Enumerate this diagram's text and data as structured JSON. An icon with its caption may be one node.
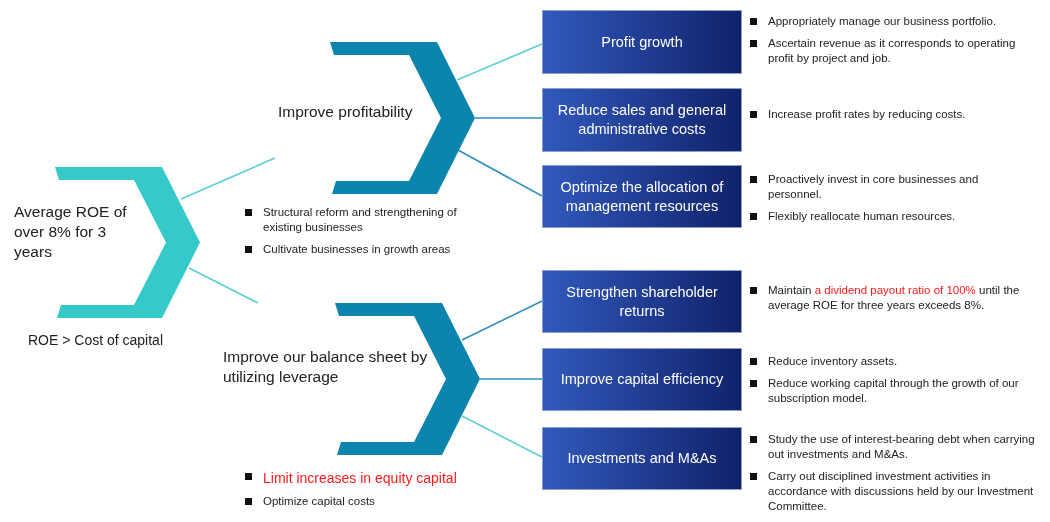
{
  "diagram": {
    "nodes": [
      {
        "text": [
          "Average ROE of over 8% for 3 years"
        ],
        "beside": [
          "ROE > Cost of capital"
        ]
      },
      {
        "text": [
          "Improve profitability"
        ],
        "beside": [
          "Structural reform and strengthening of existing businesses",
          "Cultivate businesses in growth areas"
        ]
      },
      {
        "text": [
          "Improve our balance sheet by utilizing leverage"
        ],
        "beside": [
          "Limit increases in equity capital",
          "Optimize capital costs"
        ]
      },
      {
        "text": [
          "Profit growth"
        ],
        "beside": [
          "Appropriately manage our business portfolio.",
          "Ascertain revenue as it corresponds to operating profit by project and job."
        ]
      },
      {
        "text": [
          "Reduce sales and general administrative costs"
        ],
        "beside": [
          "Increase profit rates by reducing costs."
        ]
      },
      {
        "text": [
          "Optimize the allocation of management resources"
        ],
        "beside": [
          "Proactively invest in core businesses and personnel.",
          "Flexibly reallocate human resources."
        ]
      },
      {
        "text": [
          "Strengthen shareholder returns"
        ],
        "beside": [
          "Maintain a dividend payout ratio of 100% until the average ROE for three years exceeds 8%."
        ]
      },
      {
        "text": [
          "Improve capital efficiency"
        ],
        "beside": [
          "Reduce inventory assets.",
          "Reduce working capital through the growth of our subscription model."
        ]
      },
      {
        "text": [
          "Investments and M&As"
        ],
        "beside": [
          "Study the use of interest-bearing debt when carrying out investments and M&As.",
          "Carry out disciplined investment activities in accordance with discussions held by our Investment Committee."
        ]
      }
    ],
    "edges": [
      {
        "from": 0,
        "to": 1,
        "arrow": "none",
        "color": "#5ccfd6"
      },
      {
        "from": 0,
        "to": 2,
        "arrow": "none",
        "color": "#5ccfd6"
      },
      {
        "from": 1,
        "to": 3,
        "arrow": "none",
        "color": "#5ccfd6"
      },
      {
        "from": 1,
        "to": 4,
        "arrow": "none"
      },
      {
        "from": 1,
        "to": 5,
        "arrow": "none"
      },
      {
        "from": 2,
        "to": 6,
        "arrow": "none"
      },
      {
        "from": 2,
        "to": 7,
        "arrow": "none"
      },
      {
        "from": 2,
        "to": 8,
        "arrow": "none",
        "color": "#5ccfd6"
      }
    ]
  }
}
